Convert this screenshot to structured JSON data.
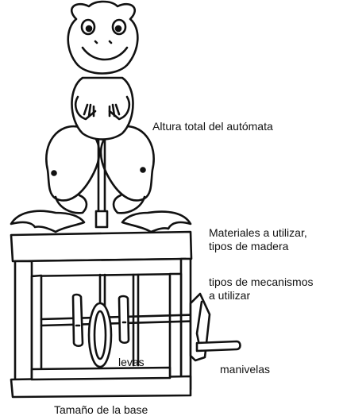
{
  "diagram": {
    "subject_icon": "frog-automaton-icon",
    "labels": {
      "altura": "Altura total del autómata",
      "materiales_line1": "Materiales a utilizar,",
      "materiales_line2": "tipos de madera",
      "mecanismos_line1": "tipos de mecanismos",
      "mecanismos_line2": "a utilizar",
      "levas": "levas",
      "manivelas": "manivelas",
      "base": "Tamaño de la base"
    },
    "colors": {
      "ink": "#111111",
      "fill": "#ffffff"
    }
  }
}
